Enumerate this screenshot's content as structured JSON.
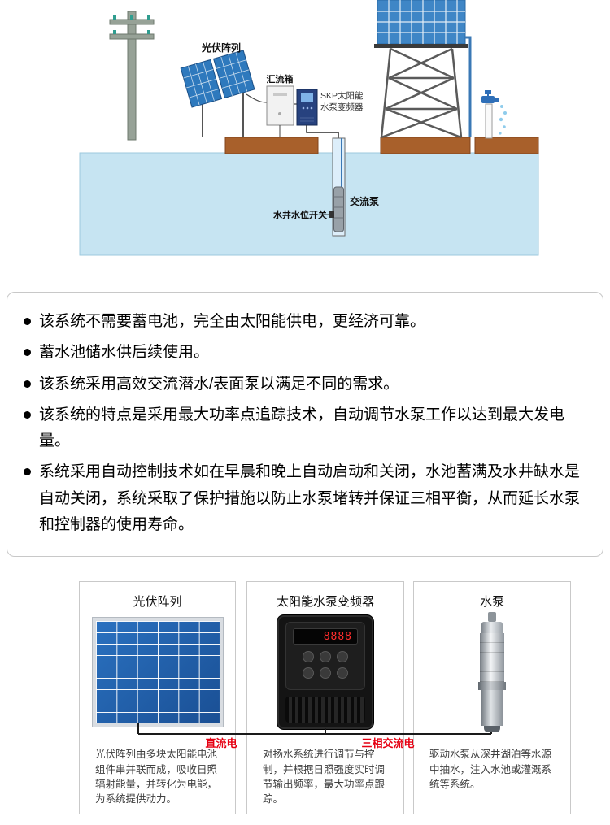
{
  "diagram": {
    "labels": {
      "pv_array": "光伏阵列",
      "combiner_box": "汇流箱",
      "inverter_line1": "SKP太阳能",
      "inverter_line2": "水泵变频器",
      "ac_pump": "交流泵",
      "water_level_switch": "水井水位开关"
    },
    "colors": {
      "underground_water": "#c6e4f2",
      "soil": "#a8602b",
      "solar_panel": "#2e79bd",
      "water_tank": "#3f86c6",
      "pipe_blue": "#3a78b5"
    }
  },
  "features": {
    "items": [
      "该系统不需要蓄电池，完全由太阳能供电，更经济可靠。",
      "蓄水池储水供后续使用。",
      "该系统采用高效交流潜水/表面泵以满足不同的需求。",
      "该系统的特点是采用最大功率点追踪技术，自动调节水泵工作以达到最大发电量。",
      "系统采用自动控制技术如在早晨和晚上自动启动和关闭，水池蓄满及水井缺水是自动关闭，系统采取了保护措施以防止水泵堵转并保证三相平衡，从而延长水泵和控制器的使用寿命。"
    ]
  },
  "components": {
    "cards": [
      {
        "title": "光伏阵列",
        "description": "光伏阵列由多块太阳能电池组件串并联而成，吸收日照辐射能量，并转化为电能，为系统提供动力。"
      },
      {
        "title": "太阳能水泵变频器",
        "description": "对扬水系统进行调节与控制，并根据日照强度实时调节输出频率，最大功率点跟踪。"
      },
      {
        "title": "水泵",
        "description": "驱动水泵从深井湖泊等水源中抽水，注入水池或灌溉系统等系统。"
      }
    ],
    "dc_line_label": "直流电",
    "ac_line_label": "三相交流电",
    "line_label_color": "#e60012",
    "inverter_display": "8888"
  }
}
